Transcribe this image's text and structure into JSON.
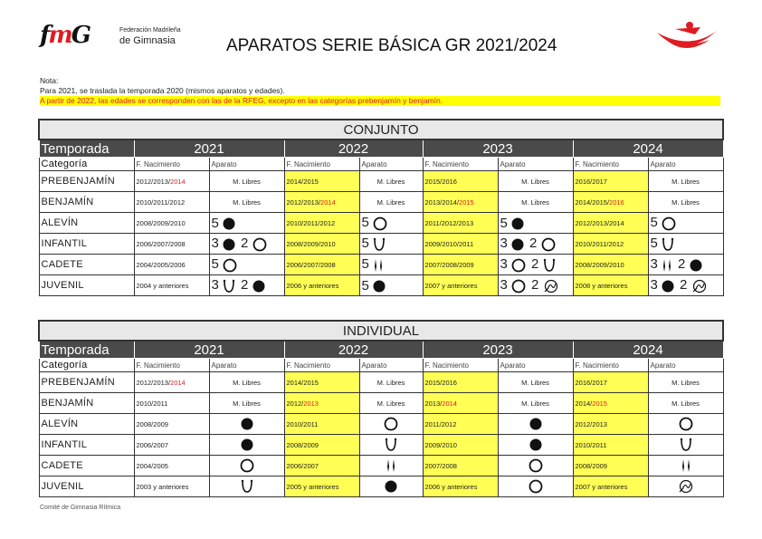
{
  "header": {
    "fed_line1": "Federación Madrileña",
    "fed_line2": "de Gimnasia",
    "title": "APARATOS SERIE BÁSICA GR 2021/2024"
  },
  "nota": {
    "label": "Nota:",
    "line1": "Para 2021, se traslada la temporada 2020 (mismos aparatos y edades).",
    "line2": "A partir de 2022, las edades se corresponden con las de la RFEG, excepto en las categorías prebenjamín y benjamín."
  },
  "colors": {
    "accent": "#e01b22",
    "highlight": "#ffff00",
    "header_bg": "#4a4a4a"
  },
  "columns": {
    "temporada": "Temporada",
    "categoria": "Categoría",
    "fnac": "F. Nacimiento",
    "aparato": "Aparato",
    "years": [
      "2021",
      "2022",
      "2023",
      "2024"
    ]
  },
  "conjunto": {
    "title": "CONJUNTO",
    "rows": [
      {
        "cat": "PREBENJAMÍN",
        "c": [
          [
            "2012/2013/",
            "2014",
            "M. Libres"
          ],
          [
            "2014/2015",
            "",
            "M. Libres"
          ],
          [
            "2015/2016",
            "",
            "M. Libres"
          ],
          [
            "2016/2017",
            "",
            "M. Libres"
          ]
        ]
      },
      {
        "cat": "BENJAMÍN",
        "c": [
          [
            "2010/2011/2012",
            "",
            "M. Libres"
          ],
          [
            "2012/2013/",
            "2014",
            "M. Libres"
          ],
          [
            "2013/2014/",
            "2015",
            "M. Libres"
          ],
          [
            "2014/2015/",
            "2016",
            "M. Libres"
          ]
        ]
      },
      {
        "cat": "ALEVÍN",
        "c": [
          [
            "2008/2009/2010",
            "",
            "5"
          ],
          [
            "2010/2011/2012",
            "",
            "5"
          ],
          [
            "2011/2012/2013",
            "",
            "5"
          ],
          [
            "2012/2013/2014",
            "",
            "5"
          ]
        ]
      },
      {
        "cat": "INFANTIL",
        "c": [
          [
            "2006/2007/2008",
            "",
            "3 2"
          ],
          [
            "2008/2009/2010",
            "",
            "5"
          ],
          [
            "2009/2010/2011",
            "",
            "3 2"
          ],
          [
            "2010/2011/2012",
            "",
            "5"
          ]
        ]
      },
      {
        "cat": "CADETE",
        "c": [
          [
            "2004/2005/2006",
            "",
            "5"
          ],
          [
            "2006/2007/2008",
            "",
            "5"
          ],
          [
            "2007/2008/2009",
            "",
            "3 2"
          ],
          [
            "2008/2009/2010",
            "",
            "3 2"
          ]
        ]
      },
      {
        "cat": "JUVENIL",
        "c": [
          [
            "2004 y anteriores",
            "",
            "3 2"
          ],
          [
            "2006 y anteriores",
            "",
            "5"
          ],
          [
            "2007 y anteriores",
            "",
            "3 2"
          ],
          [
            "2008 y anteriores",
            "",
            "3 2"
          ]
        ]
      }
    ]
  },
  "individual": {
    "title": "INDIVIDUAL",
    "rows": [
      {
        "cat": "PREBENJAMÍN",
        "c": [
          [
            "2012/2013/",
            "2014",
            "M. Libres"
          ],
          [
            "2014/2015",
            "",
            "M. Libres"
          ],
          [
            "2015/2016",
            "",
            "M. Libres"
          ],
          [
            "2016/2017",
            "",
            "M. Libres"
          ]
        ]
      },
      {
        "cat": "BENJAMÍN",
        "c": [
          [
            "2010/2011",
            "",
            "M. Libres"
          ],
          [
            "2012/",
            "2013",
            "M. Libres"
          ],
          [
            "2013/",
            "2014",
            "M. Libres"
          ],
          [
            "2014/",
            "2015",
            "M. Libres"
          ]
        ]
      },
      {
        "cat": "ALEVÍN",
        "c": [
          [
            "2008/2009",
            "",
            ""
          ],
          [
            "2010/2011",
            "",
            ""
          ],
          [
            "2011/2012",
            "",
            ""
          ],
          [
            "2012/2013",
            "",
            ""
          ]
        ]
      },
      {
        "cat": "INFANTIL",
        "c": [
          [
            "2006/2007",
            "",
            ""
          ],
          [
            "2008/2009",
            "",
            ""
          ],
          [
            "2009/2010",
            "",
            ""
          ],
          [
            "2010/2011",
            "",
            ""
          ]
        ]
      },
      {
        "cat": "CADETE",
        "c": [
          [
            "2004/2005",
            "",
            ""
          ],
          [
            "2006/2007",
            "",
            ""
          ],
          [
            "2007/2008",
            "",
            ""
          ],
          [
            "2008/2009",
            "",
            ""
          ]
        ]
      },
      {
        "cat": "JUVENIL",
        "c": [
          [
            "2003 y anteriores",
            "",
            ""
          ],
          [
            "2005 y anteriores",
            "",
            ""
          ],
          [
            "2006 y anteriores",
            "",
            ""
          ],
          [
            "2007 y anteriores",
            "",
            ""
          ]
        ]
      }
    ]
  },
  "icons": {
    "conjunto": [
      [
        [],
        [],
        [],
        []
      ],
      [
        [],
        [],
        [],
        []
      ],
      [
        [
          [
            "5",
            "ball"
          ]
        ],
        [
          [
            "5",
            "hoop"
          ]
        ],
        [
          [
            "5",
            "ball"
          ]
        ],
        [
          [
            "5",
            "hoop"
          ]
        ]
      ],
      [
        [
          [
            "3",
            "ball"
          ],
          [
            "2",
            "hoop"
          ]
        ],
        [
          [
            "5",
            "rope"
          ]
        ],
        [
          [
            "3",
            "ball"
          ],
          [
            "2",
            "hoop"
          ]
        ],
        [
          [
            "5",
            "rope"
          ]
        ]
      ],
      [
        [
          [
            "5",
            "hoop"
          ]
        ],
        [
          [
            "5",
            "clubs"
          ]
        ],
        [
          [
            "3",
            "hoop"
          ],
          [
            "2",
            "rope"
          ]
        ],
        [
          [
            "3",
            "clubs"
          ],
          [
            "2",
            "ball"
          ]
        ]
      ],
      [
        [
          [
            "3",
            "rope"
          ],
          [
            "2",
            "ball"
          ]
        ],
        [
          [
            "5",
            "ball"
          ]
        ],
        [
          [
            "3",
            "hoop"
          ],
          [
            "2",
            "ribbon"
          ]
        ],
        [
          [
            "3",
            "ball"
          ],
          [
            "2",
            "ribbon"
          ]
        ]
      ]
    ],
    "individual": [
      [
        "",
        "",
        "",
        ""
      ],
      [
        "",
        "",
        "",
        ""
      ],
      [
        "ball",
        "hoop",
        "ball",
        "hoop"
      ],
      [
        "ball",
        "rope",
        "ball",
        "rope"
      ],
      [
        "hoop",
        "clubs",
        "hoop",
        "clubs"
      ],
      [
        "rope",
        "ball",
        "hoop",
        "ribbon"
      ]
    ]
  },
  "footer": "Comité de Gimnasia Rítmica"
}
